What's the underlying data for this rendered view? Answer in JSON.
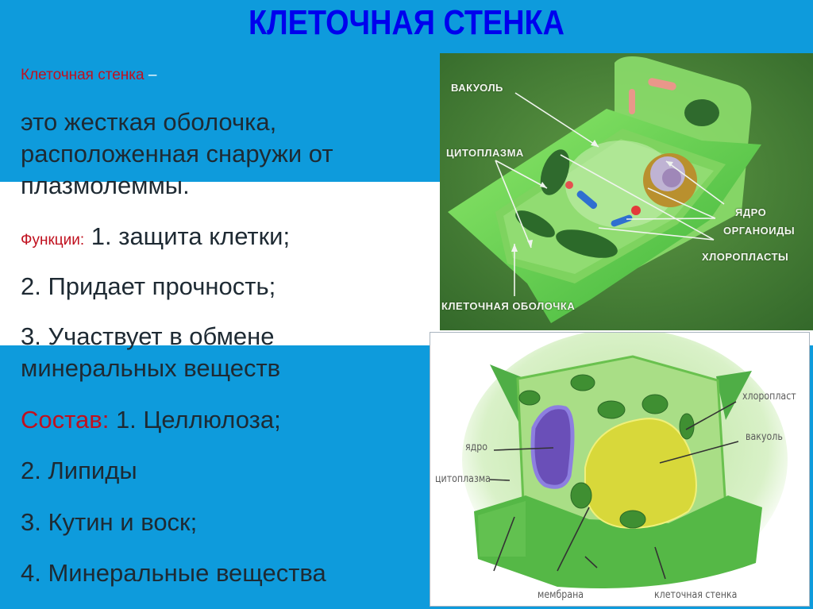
{
  "slide": {
    "title": "КЛЕТОЧНАЯ СТЕНКА",
    "colors": {
      "background_blue": "#0e9bdc",
      "band_white": "#ffffff",
      "title": "#0000ee",
      "accent_red": "#c0101e",
      "body_text": "#1e2a33"
    }
  },
  "definition": {
    "term": "Клеточная стенка",
    "dash": " –",
    "line1": "это жесткая оболочка,",
    "line2": "расположенная снаружи от",
    "line3": "плазмолеммы."
  },
  "functions": {
    "label": "Функции:",
    "items": [
      "1. защита клетки;",
      "2. Придает прочность;",
      "3. Участвует в обмене",
      "минеральных веществ"
    ]
  },
  "composition": {
    "label": "Состав:",
    "items": [
      "1. Целлюлоза;",
      "2. Липиды",
      "3. Кутин и воск;",
      "4. Минеральные вещества"
    ]
  },
  "figure_top": {
    "labels": {
      "vacuole": "ВАКУОЛЬ",
      "cytoplasm": "ЦИТОПЛАЗМА",
      "nucleus": "ЯДРО",
      "organelles": "ОРГАНОИДЫ",
      "chloroplasts": "ХЛОРОПЛАСТЫ",
      "cell_envelope": "КЛЕТОЧНАЯ ОБОЛОЧКА"
    }
  },
  "figure_bottom": {
    "labels": {
      "chloroplast": "хлоропласт",
      "vacuole": "вакуоль",
      "nucleus": "ядро",
      "cytoplasm": "цитоплазма",
      "membrane": "мембрана",
      "cell_wall": "клеточная стенка"
    }
  }
}
